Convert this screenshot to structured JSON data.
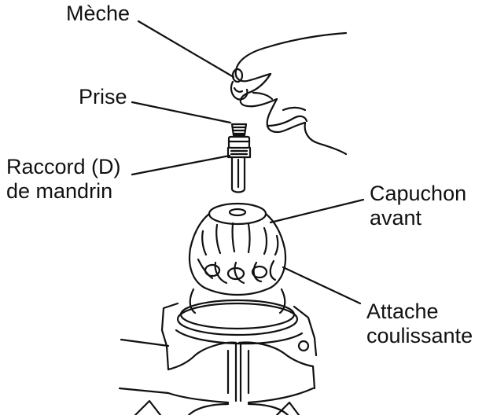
{
  "labels": {
    "meche": "Mèche",
    "prise": "Prise",
    "raccord": [
      "Raccord (D)",
      "de mandrin"
    ],
    "capuchon": [
      "Capuchon",
      "avant"
    ],
    "attache": [
      "Attache",
      "coulissante"
    ]
  },
  "icons": {
    "hand": "hand-icon",
    "drill_bit": "drill-bit-icon",
    "chuck_adapter": "chuck-adapter-icon",
    "keyless_chuck": "keyless-chuck-icon",
    "tool_body": "tool-body-icon"
  },
  "colors": {
    "ink": "#111111",
    "background": "#ffffff"
  }
}
